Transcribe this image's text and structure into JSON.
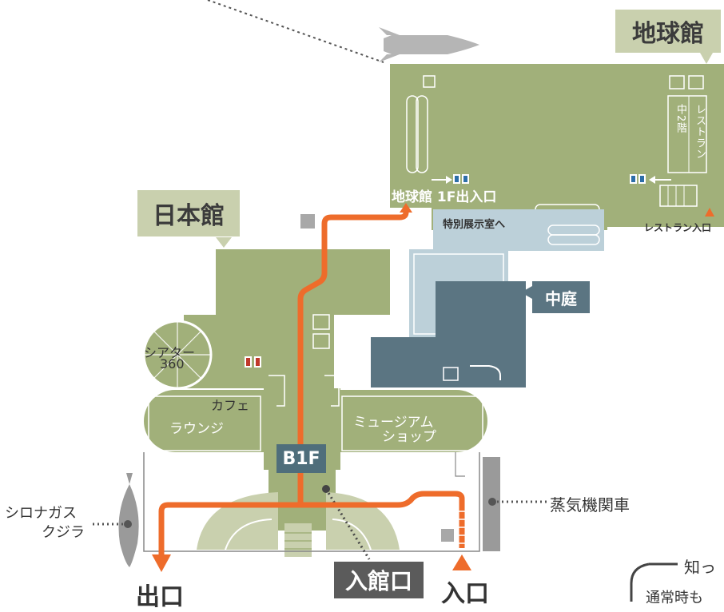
{
  "buildings": {
    "chikyukan": "地球館",
    "nihonkan": "日本館",
    "nakaniwa": "中庭"
  },
  "labels": {
    "chikyukan_entrance": "地球館 1F出入口",
    "special_exhibit": "特別展示室へ",
    "restaurant_entrance": "レストラン入口",
    "restaurant": "レストラン",
    "mezzanine": "中2階",
    "theater": "シアター",
    "theater_num": "360",
    "cafe": "カフェ",
    "lounge": "ラウンジ",
    "museum_shop_1": "ミュージアム",
    "museum_shop_2": "ショップ",
    "floor": "B1F",
    "steam_locomotive": "蒸気機関車",
    "whale_1": "シロナガス",
    "whale_2": "クジラ",
    "admission": "入館口",
    "exit": "出口",
    "entrance": "入口",
    "corner_note": "知っ",
    "corner_note_2": "通常時も"
  },
  "colors": {
    "building_green": "#a1b07a",
    "light_blue": "#bcd0d9",
    "courtyard": "#5b7582",
    "route": "#ee6c2b",
    "gray": "#9a9a9a"
  }
}
